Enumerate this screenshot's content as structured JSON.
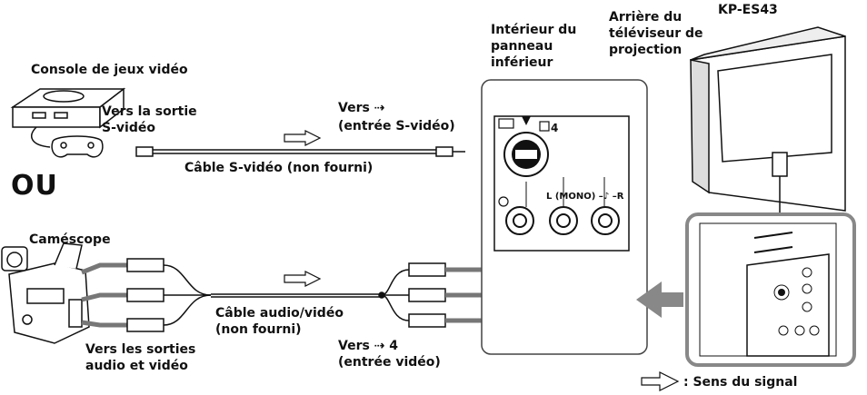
{
  "labels": {
    "console": "Console de jeux vidéo",
    "vers_sortie_svideo_1": "Vers la sortie",
    "vers_sortie_svideo_2": "S-vidéo",
    "vers_svideo_1": "Vers",
    "vers_svideo_2": "(entrée S-vidéo)",
    "cable_svideo": "Câble S-vidéo (non fourni)",
    "ou": "OU",
    "camescope": "Caméscope",
    "cable_av_1": "Câble audio/vidéo",
    "cable_av_2": "(non fourni)",
    "vers_sorties_av_1": "Vers les sorties",
    "vers_sorties_av_2": "audio et vidéo",
    "vers_entree_video_1": "Vers",
    "vers_entree_video_num": "4",
    "vers_entree_video_2": "(entrée vidéo)",
    "interieur_1": "Intérieur du",
    "interieur_2": "panneau",
    "interieur_3": "inférieur",
    "arriere_1": "Arrière du",
    "arriere_2": "téléviseur de",
    "arriere_3": "projection",
    "model": "KP-ES43",
    "sens_signal": ": Sens du signal",
    "panel_input_num": "4",
    "panel_audio": "L (MONO) –",
    "panel_audio_r": "–R"
  },
  "icons": [
    "game-console-icon",
    "gamepad-icon",
    "camcorder-icon",
    "projection-tv-icon",
    "svideo-input-icon",
    "video-input-icon",
    "signal-arrow-icon"
  ]
}
